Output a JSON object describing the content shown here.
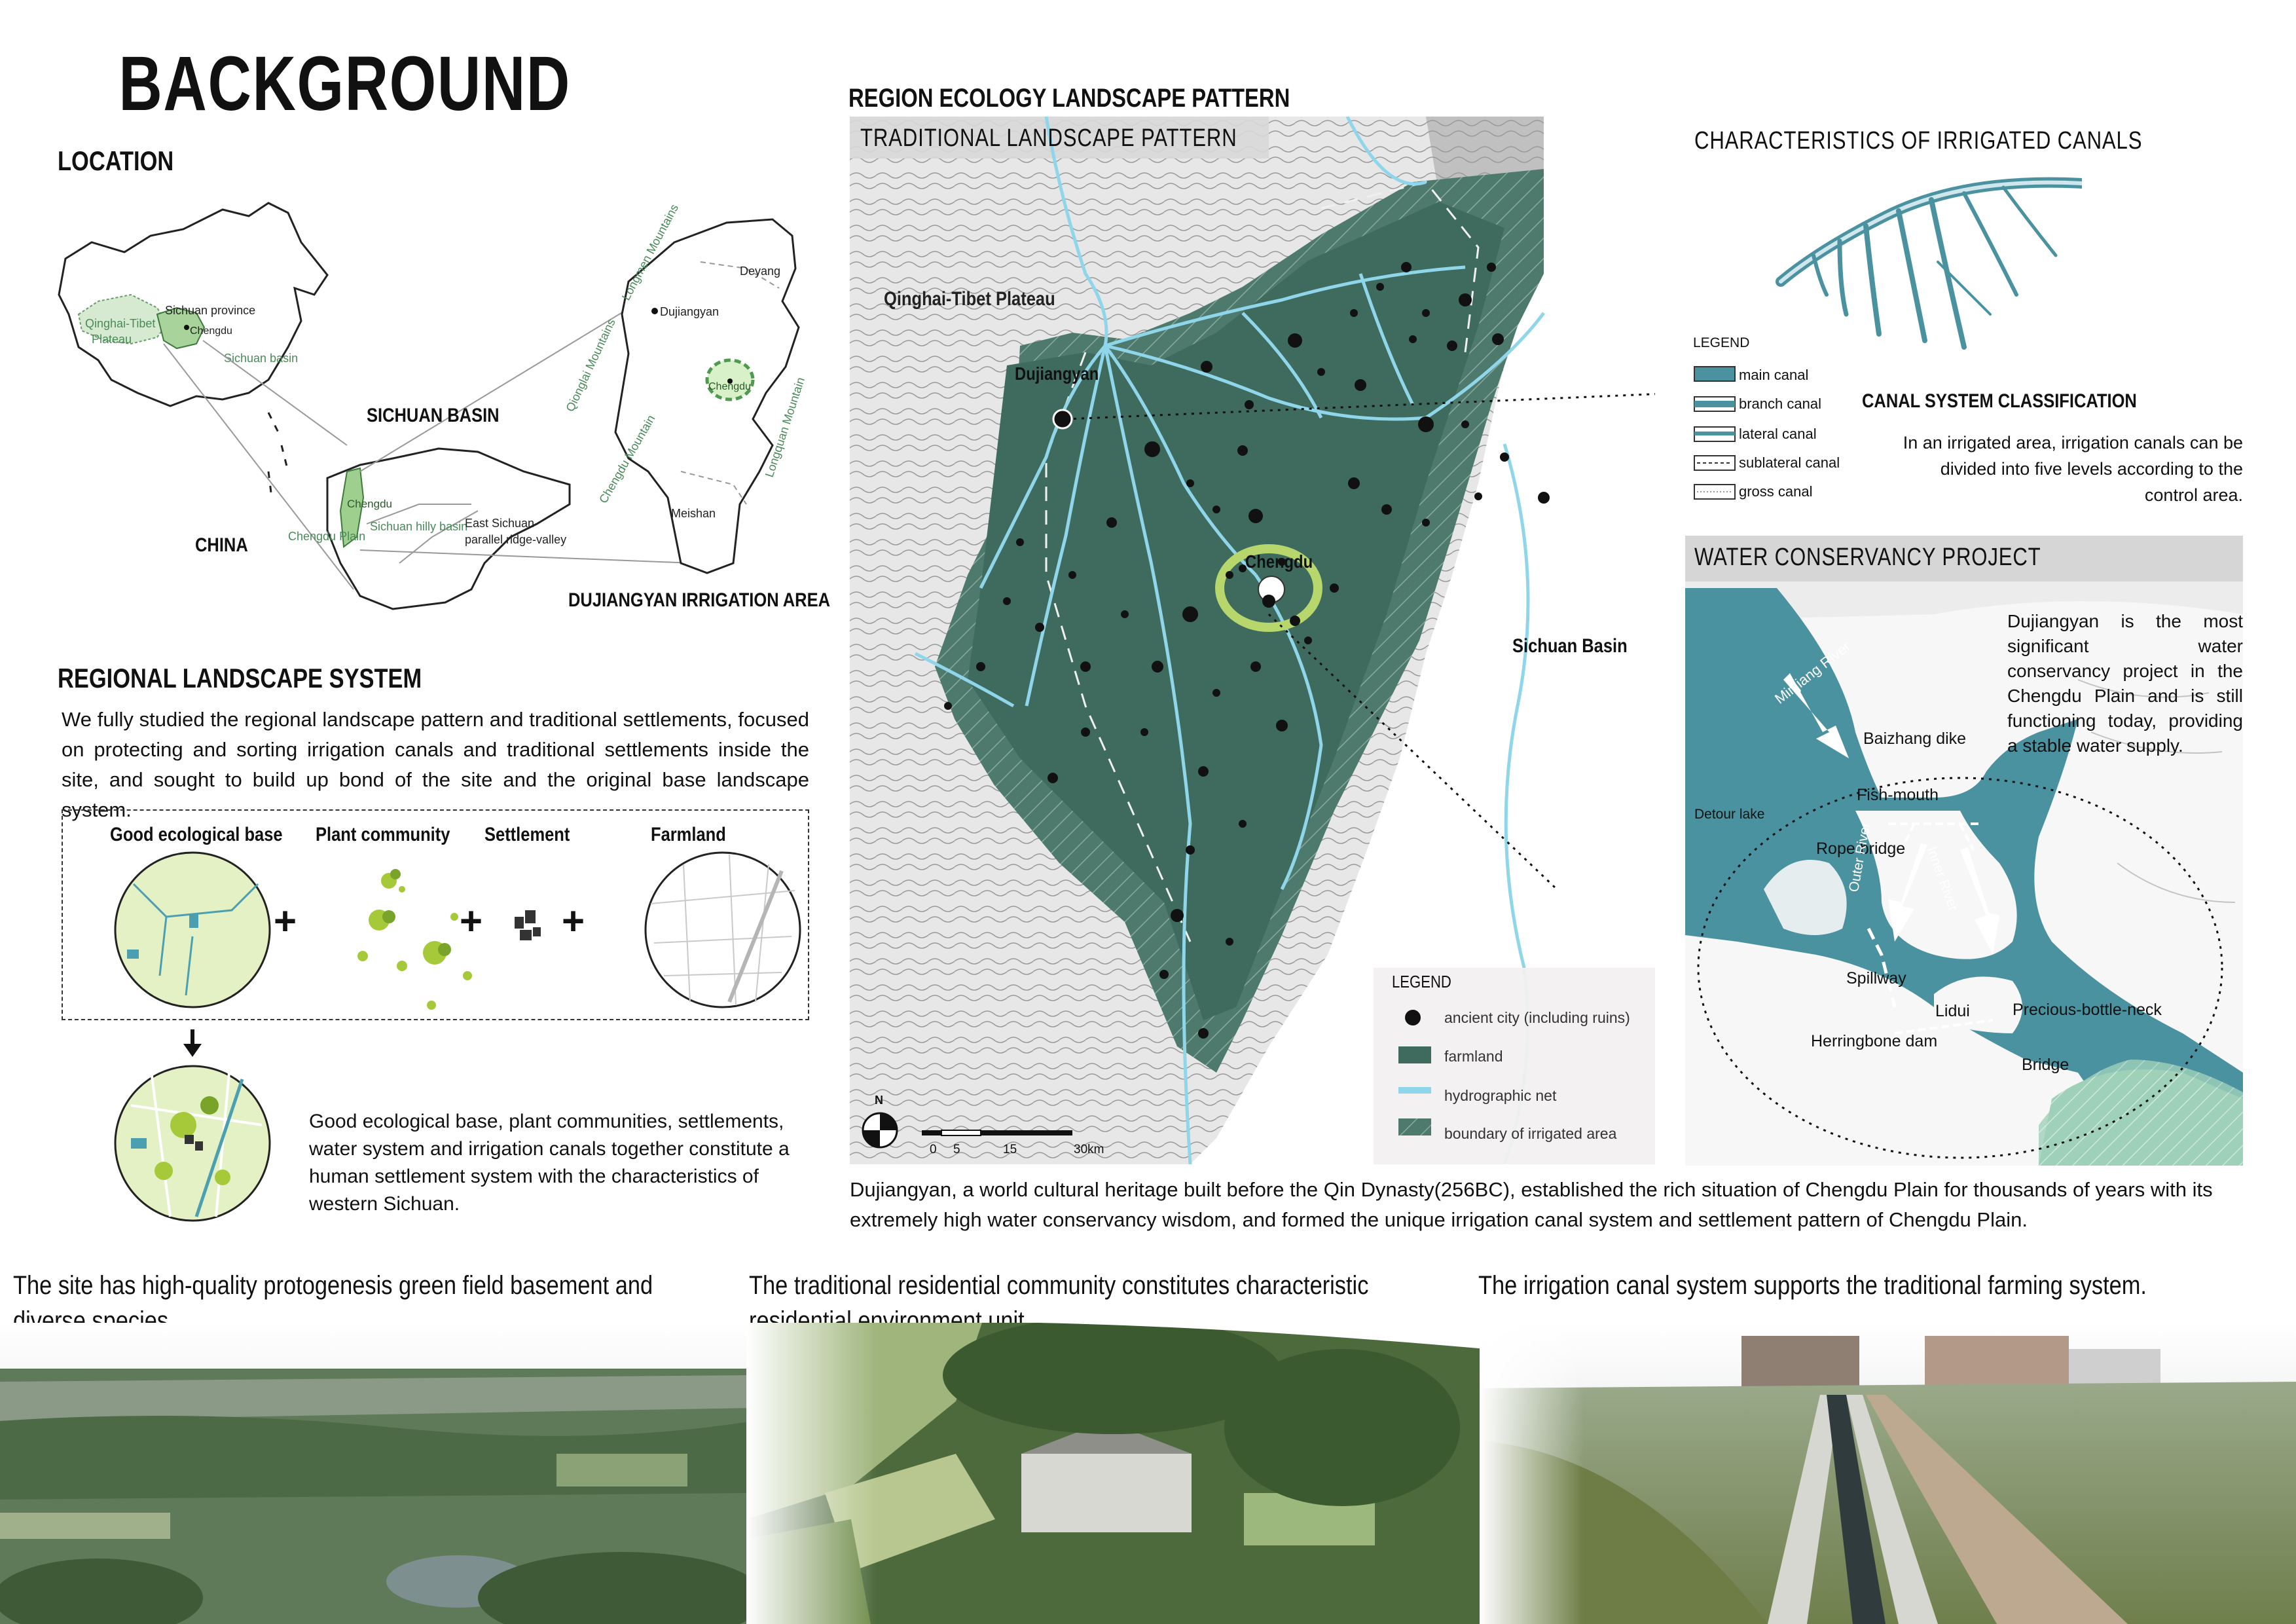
{
  "page": {
    "title": "BACKGROUND"
  },
  "location": {
    "heading": "LOCATION",
    "china_label": "CHINA",
    "sichuan_basin_label": "SICHUAN BASIN",
    "irrigation_area_label": "DUJIANGYAN IRRIGATION AREA",
    "map_labels": {
      "qinghai_tibet_plateau": "Qinghai-Tibet Plateau",
      "sichuan_province": "Sichuan province",
      "chengdu": "Chengdu",
      "sichuan_basin": "Sichuan basin",
      "chengdu_plain": "Chengdu Plain",
      "sichuan_hilly_basin": "Sichuan hilly basin",
      "east_sichuan_valley": "East Sichuan parallel ridge-valley",
      "longmen_mountains": "Longmen Mountains",
      "qionglai_mountains": "Qionglai Mountains",
      "longquan_mountain": "Longquan Mountain",
      "chengdu_mountain": "Chengdu Mountain",
      "deyang": "Deyang",
      "dujiangyan": "Dujiangyan",
      "meishan": "Meishan"
    }
  },
  "regional": {
    "heading": "REGIONAL LANDSCAPE SYSTEM",
    "paragraph": "We fully studied the regional landscape pattern and traditional settlements, focused on protecting and sorting irrigation canals and traditional settlements inside the site, and sought to build up  bond of the site and the original base landscape system.",
    "components": [
      "Good ecological base",
      "Plant community",
      "Settlement",
      "Farmland"
    ],
    "operator": "+",
    "result_text": "Good ecological base, plant communities, settlements, water system and irrigation canals together constitute a human settlement system with the characteristics of western Sichuan."
  },
  "region_map": {
    "heading": "REGION ECOLOGY LANDSCAPE PATTERN",
    "subheading": "TRADITIONAL LANDSCAPE PATTERN",
    "labels": {
      "plateau": "Qinghai-Tibet Plateau",
      "dujiangyan": "Dujiangyan",
      "chengdu": "Chengdu",
      "sichuan_basin": "Sichuan Basin"
    },
    "legend_title": "LEGEND",
    "legend": [
      {
        "label": "ancient city (including ruins)",
        "icon": "dot-icon"
      },
      {
        "label": "farmland",
        "color": "#3f6b5e"
      },
      {
        "label": "hydrographic net",
        "color": "#8fd6ea"
      },
      {
        "label": "boundary of irrigated area",
        "icon": "hatch-icon"
      }
    ],
    "scale": {
      "north": "N",
      "ticks": [
        "0",
        "5",
        "15",
        "30km"
      ]
    },
    "caption": "Dujiangyan, a world cultural heritage built before the Qin Dynasty(256BC), established the rich situation of Chengdu Plain for thousands of years with its extremely high water conservancy wisdom, and formed the unique irrigation canal system and settlement pattern of Chengdu Plain."
  },
  "canals": {
    "heading": "CHARACTERISTICS OF IRRIGATED CANALS",
    "legend_title": "LEGEND",
    "legend": [
      "main canal",
      "branch canal",
      "lateral canal",
      "sublateral canal",
      "gross canal"
    ],
    "classification_title": "CANAL SYSTEM CLASSIFICATION",
    "classification_text": "In an irrigated area, irrigation canals can be divided into five levels according to the control area."
  },
  "water_project": {
    "heading": "WATER CONSERVANCY PROJECT",
    "description": "Dujiangyan is the most significant water conservancy project in the Chengdu Plain and is still functioning today, providing a stable water supply.",
    "labels": {
      "minjiang": "Minjiang River",
      "baizhang": "Baizhang dike",
      "detour_lake": "Detour lake",
      "fish_mouth": "Fish-mouth",
      "rope_bridge": "Rope bridge",
      "inner_river": "Inner River",
      "outer_river": "Outer River",
      "spillway": "Spillway",
      "lidui": "Lidui",
      "precious": "Precious-bottle-neck",
      "herringbone": "Herringbone dam",
      "bridge": "Bridge"
    },
    "color": "#4a92a0"
  },
  "photos": [
    {
      "caption": "The site has high-quality protogenesis green field basement and diverse species."
    },
    {
      "caption": "The traditional residential community constitutes characteristic residential environment unit."
    },
    {
      "caption": "The irrigation canal system supports the traditional farming system."
    }
  ]
}
